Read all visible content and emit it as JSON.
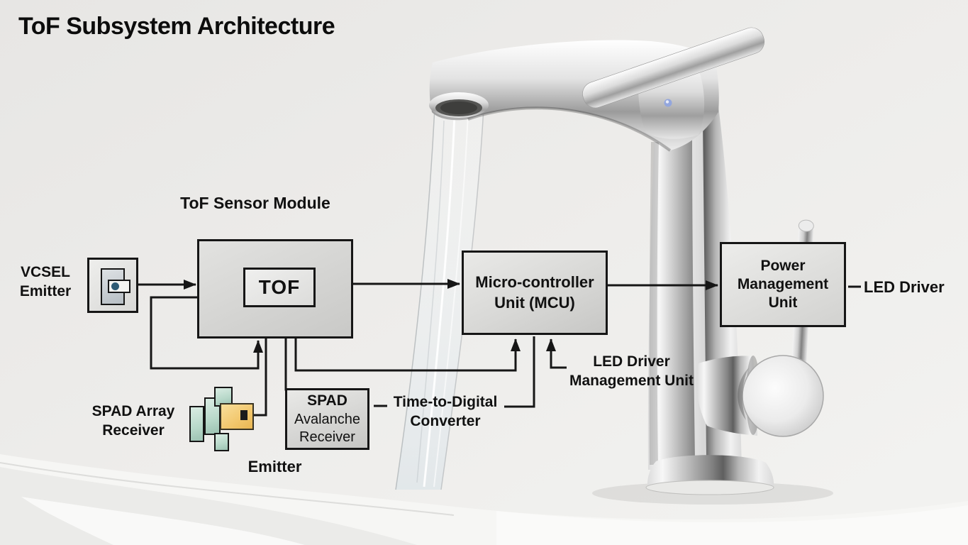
{
  "title": "ToF Subsystem Architecture",
  "colors": {
    "line": "#161616",
    "box_border": "#161616",
    "icon_teal": "#b7d8c9",
    "icon_yellow": "#f2c76d",
    "vcsel_dot": "#2e5a74",
    "background": "#eae9e7"
  },
  "diagram": {
    "module_label": "ToF Sensor Module",
    "nodes": {
      "vcsel": {
        "label": "VCSEL\nEmitter"
      },
      "tof_chip": {
        "label": "TOF"
      },
      "mcu": {
        "label": "Micro-controller\nUnit (MCU)"
      },
      "pmu": {
        "label": "Power\nManagement\nUnit"
      },
      "led_driver": {
        "label": "LED Driver"
      },
      "spad_receiver": {
        "title": "SPAD",
        "rest": "Avalanche\nReceiver"
      },
      "spad_array": {
        "label": "SPAD Array\nReceiver"
      },
      "emitter": {
        "label": "Emitter"
      },
      "tdc": {
        "label": "Time-to-Digital\nConverter"
      },
      "led_dmu": {
        "label": "LED Driver\nManagement Unit"
      }
    }
  }
}
